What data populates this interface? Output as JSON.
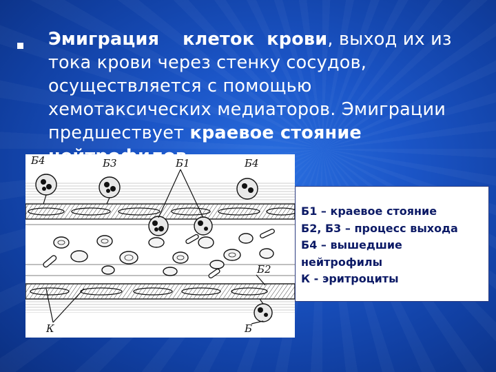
{
  "slide": {
    "paragraph": {
      "bold_1": "Эмиграция",
      "bold_2": "клеток",
      "bold_3": "крови",
      "text_1": ", выход их из тока крови через стенку сосудов, осуществляется с помощью хемотаксических медиаторов. Эмиграции предшествует ",
      "bold_4": "краевое стояние нейтрофилов"
    },
    "figure": {
      "labels": {
        "b4_left": "Б4",
        "b3": "Б3",
        "b1": "Б1",
        "b4_right": "Б4",
        "b2": "Б2",
        "k": "К",
        "b": "Б"
      }
    },
    "legend": {
      "line_1": "Б1 – краевое стояние",
      "line_2": "Б2, Б3 – процесс выхода",
      "line_3": "Б4 – вышедшие",
      "line_4": "нейтрофилы",
      "line_5": "К - эритроциты"
    },
    "colors": {
      "background": "#1b55c7",
      "legend_text": "#0c1a66"
    }
  }
}
